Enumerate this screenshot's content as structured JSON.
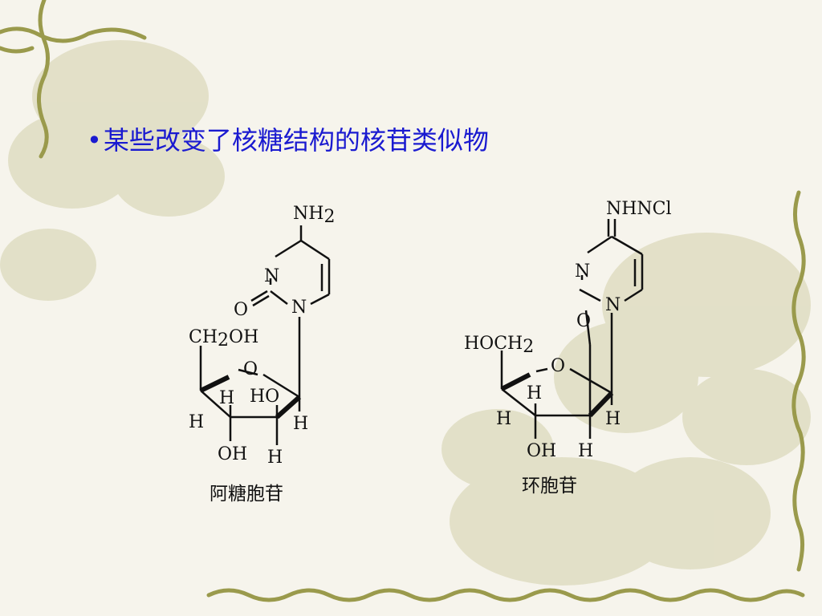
{
  "slide": {
    "bullet_symbol": "•",
    "heading": "某些改变了核糖结构的核苷类似物",
    "heading_color": "#1a1ad0"
  },
  "molecules": [
    {
      "caption": "阿糖胞苷",
      "labels": {
        "nh2": "NH",
        "nh2_sub": "2",
        "n_upper": "N",
        "o_carbonyl": "O",
        "n_lower": "N",
        "ch2oh_a": "CH",
        "ch2oh_sub": "2",
        "ch2oh_b": "OH",
        "o_ring": "O",
        "h_c4": "H",
        "ho_c2": "HO",
        "h_c4_left": "H",
        "h_c1": "H",
        "oh_c3": "OH",
        "h_c2": "H"
      }
    },
    {
      "caption": "环胞苷",
      "labels": {
        "nhncl": "NHNCl",
        "n_upper": "N",
        "o_bridge": "O",
        "n_lower": "N",
        "hoch2_a": "HOCH",
        "hoch2_sub": "2",
        "o_ring": "O",
        "h_c3": "H",
        "h_c4_left": "H",
        "h_c1": "H",
        "oh_c3": "OH",
        "h_c2": "H"
      }
    }
  ],
  "decoration": {
    "vine_color": "#9a9a4c",
    "blossom_color": "#d9d7b6"
  }
}
